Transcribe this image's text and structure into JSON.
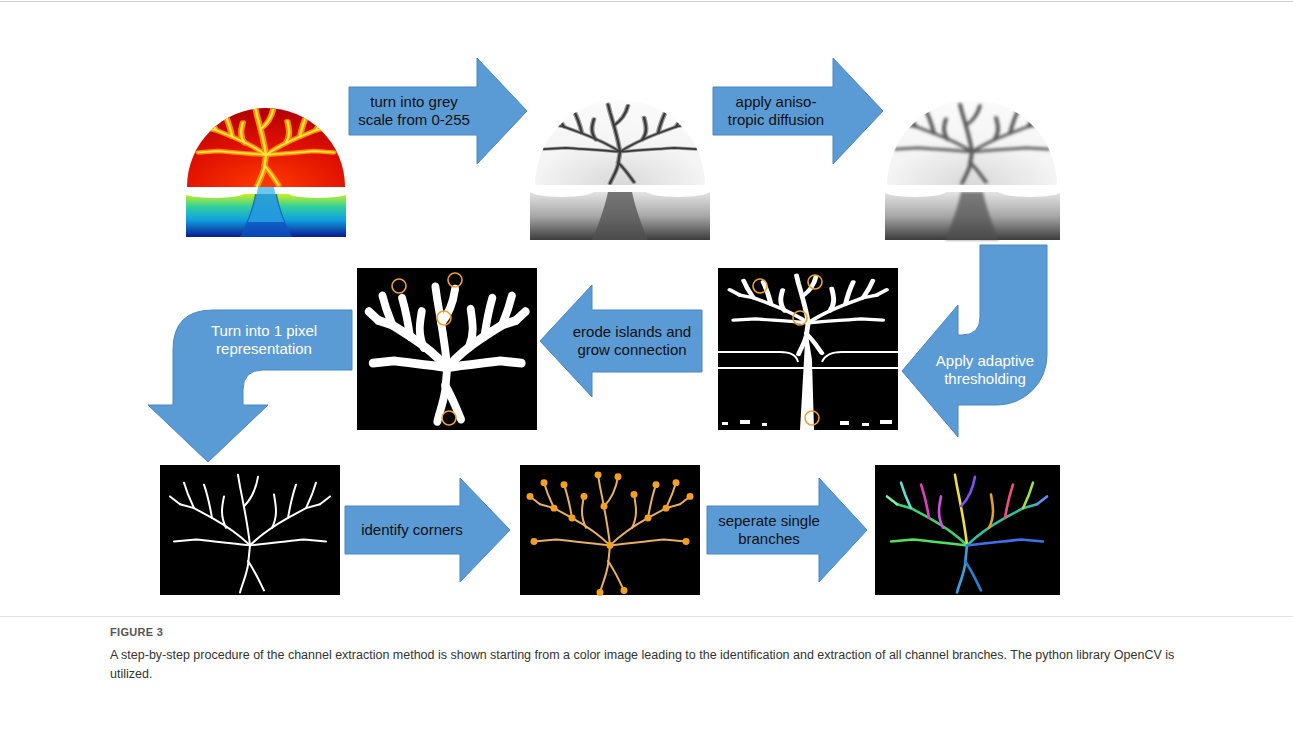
{
  "diagram": {
    "caption": "A step-by-step procedure of the channel extraction method is shown starting from a color image leading to the identification and extraction of all channel branches. The python library OpenCV is utilized.",
    "nodes": [
      {
        "text": [
          "turn into grey scale from 0-255"
        ]
      },
      {
        "text": [
          "apply aniso- tropic diffusion"
        ]
      },
      {
        "text": [
          "Apply adaptive thresholding"
        ]
      },
      {
        "text": [
          "erode islands and grow connection"
        ]
      },
      {
        "text": [
          "Turn into 1 pixel representation"
        ]
      },
      {
        "text": [
          "identify corners"
        ]
      },
      {
        "text": [
          "seperate single branches"
        ]
      }
    ],
    "labels": [
      "FIGURE 3"
    ]
  }
}
